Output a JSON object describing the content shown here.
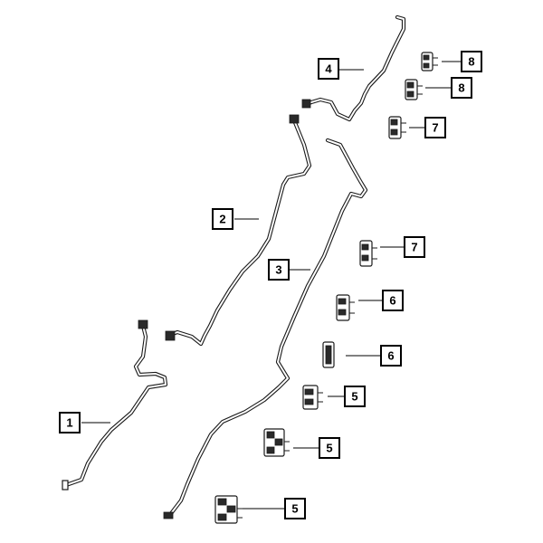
{
  "diagram": {
    "callouts": [
      {
        "id": "c8a",
        "label": "8"
      },
      {
        "id": "c8b",
        "label": "8"
      },
      {
        "id": "c4",
        "label": "4"
      },
      {
        "id": "c7a",
        "label": "7"
      },
      {
        "id": "c2",
        "label": "2"
      },
      {
        "id": "c7b",
        "label": "7"
      },
      {
        "id": "c3",
        "label": "3"
      },
      {
        "id": "c6a",
        "label": "6"
      },
      {
        "id": "c6b",
        "label": "6"
      },
      {
        "id": "c5a",
        "label": "5"
      },
      {
        "id": "c1",
        "label": "1"
      },
      {
        "id": "c5b",
        "label": "5"
      },
      {
        "id": "c5c",
        "label": "5"
      }
    ],
    "colors": {
      "line": "#1a1a1a",
      "background": "#ffffff"
    },
    "parts": [
      {
        "name": "brake-line-1"
      },
      {
        "name": "brake-line-2"
      },
      {
        "name": "brake-line-3"
      },
      {
        "name": "brake-line-4"
      },
      {
        "name": "line-clip-5"
      },
      {
        "name": "line-clip-6"
      },
      {
        "name": "line-clip-7"
      },
      {
        "name": "line-clip-8"
      }
    ]
  }
}
